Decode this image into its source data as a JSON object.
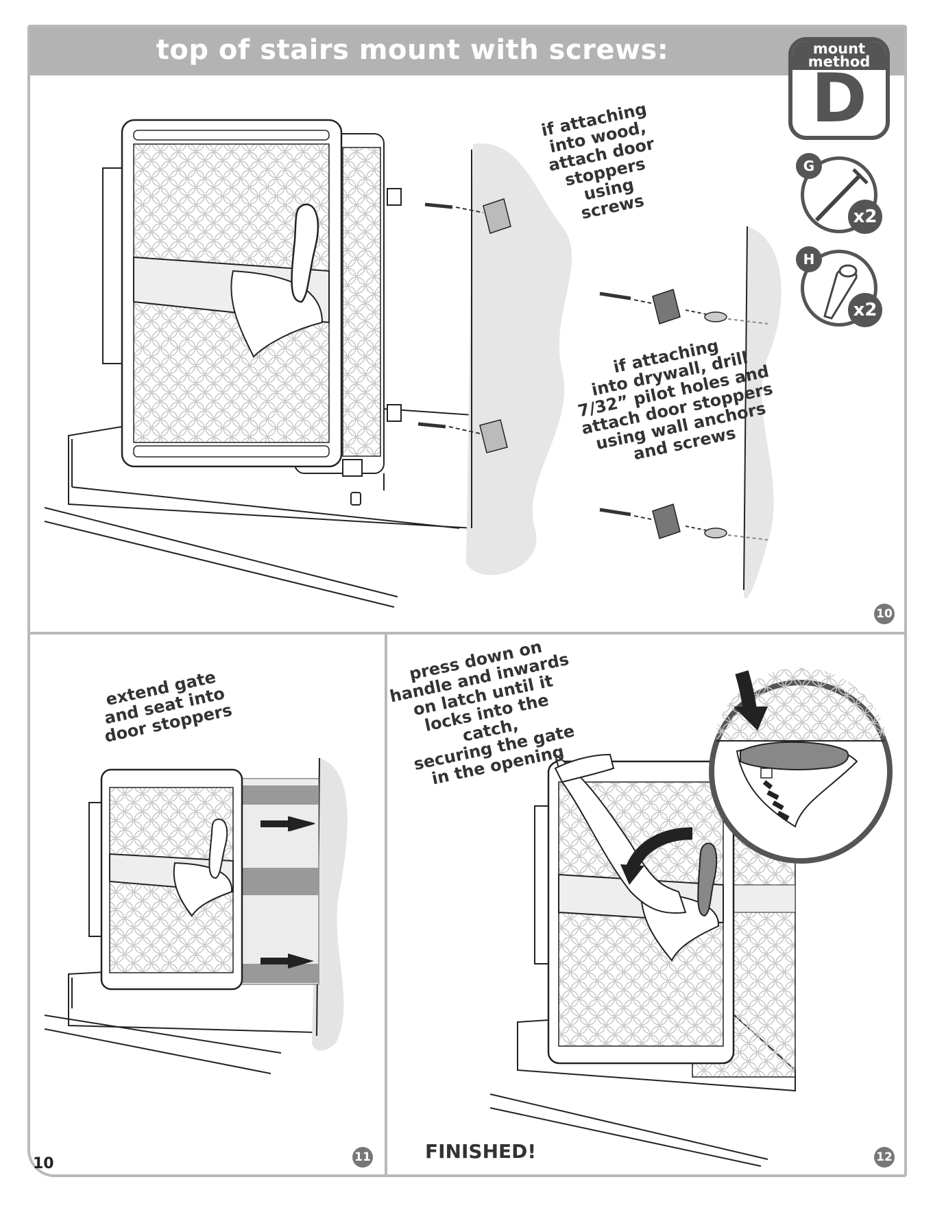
{
  "header": {
    "title": "top of stairs mount with screws:"
  },
  "badge": {
    "label": "mount\nmethod",
    "letter": "D"
  },
  "parts": [
    {
      "letter": "G",
      "qty": "x2",
      "icon": "screw-icon"
    },
    {
      "letter": "H",
      "qty": "x2",
      "icon": "wall-anchor-icon"
    }
  ],
  "step10": {
    "number": "10",
    "wood_caption": "if attaching\ninto wood,\nattach door\nstoppers using\nscrews",
    "drywall_caption": "if attaching\ninto drywall, drill\n7/32” pilot holes and\nattach door stoppers\nusing wall anchors\nand screws"
  },
  "step11": {
    "number": "11",
    "caption": "extend gate\nand seat into\ndoor stoppers"
  },
  "step12": {
    "number": "12",
    "caption": "press down on\nhandle and inwards\non latch until it\nlocks into the catch,\nsecuring the gate\nin the opening",
    "finished": "FINISHED!"
  },
  "page": {
    "number": "10"
  }
}
